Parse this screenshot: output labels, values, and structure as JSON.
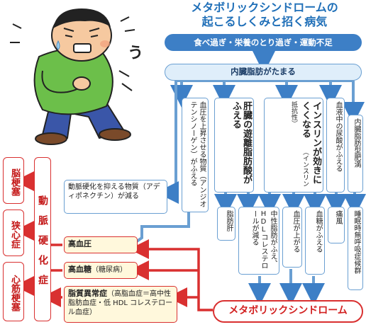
{
  "title_line1": "メタボリックシンドロームの",
  "title_line2": "起こるしくみと招く病気",
  "cause": "食べ過ぎ・栄養のとり過ぎ・運動不足",
  "visceral": "内臓脂肪がたまる",
  "onomatopoeia": "う",
  "columns": {
    "bp": "血圧を上昇させる物質（アンジオテンシノーゲン）がふえる",
    "ffa": "肝臓の遊離脂肪酸がふえる",
    "insulin_main": "インスリンが効きにくくなる",
    "insulin_sub": "（インスリン抵抗性）",
    "uric": "血液中の尿酸がふえる",
    "obesity": "内臓脂肪型肥満"
  },
  "outcomes": {
    "fatty_liver": "脂肪肝",
    "lipid": "中性脂肪がふえ、HDLコレステロールが減る",
    "bp_up": "血圧が上がる",
    "sugar_up": "血糖がふえる",
    "gout": "痛風",
    "apnea": "睡眠時無呼吸症候群"
  },
  "adiponectin": "動脈硬化を抑える物質（アディポネクチン）が減る",
  "diseases": {
    "hypertension": "高血圧",
    "hyperglycemia_main": "高血糖",
    "hyperglycemia_sub": "（糖尿病）",
    "dyslipidemia_main": "脂質異常症",
    "dyslipidemia_sub": "（高脂血症＝高中性脂肪血症・低 HDL コレステロール血症）"
  },
  "arteriosclerosis": "動脈硬化症",
  "complications": [
    "脳梗塞",
    "狭心症",
    "心筋梗塞"
  ],
  "metabolic_syndrome": "メタボリックシンドローム",
  "colors": {
    "blue": "#3d7fc6",
    "red": "#d93030",
    "light_blue": "#dfeefa",
    "yellow": "#fff8dc",
    "title": "#1f6fb8"
  }
}
